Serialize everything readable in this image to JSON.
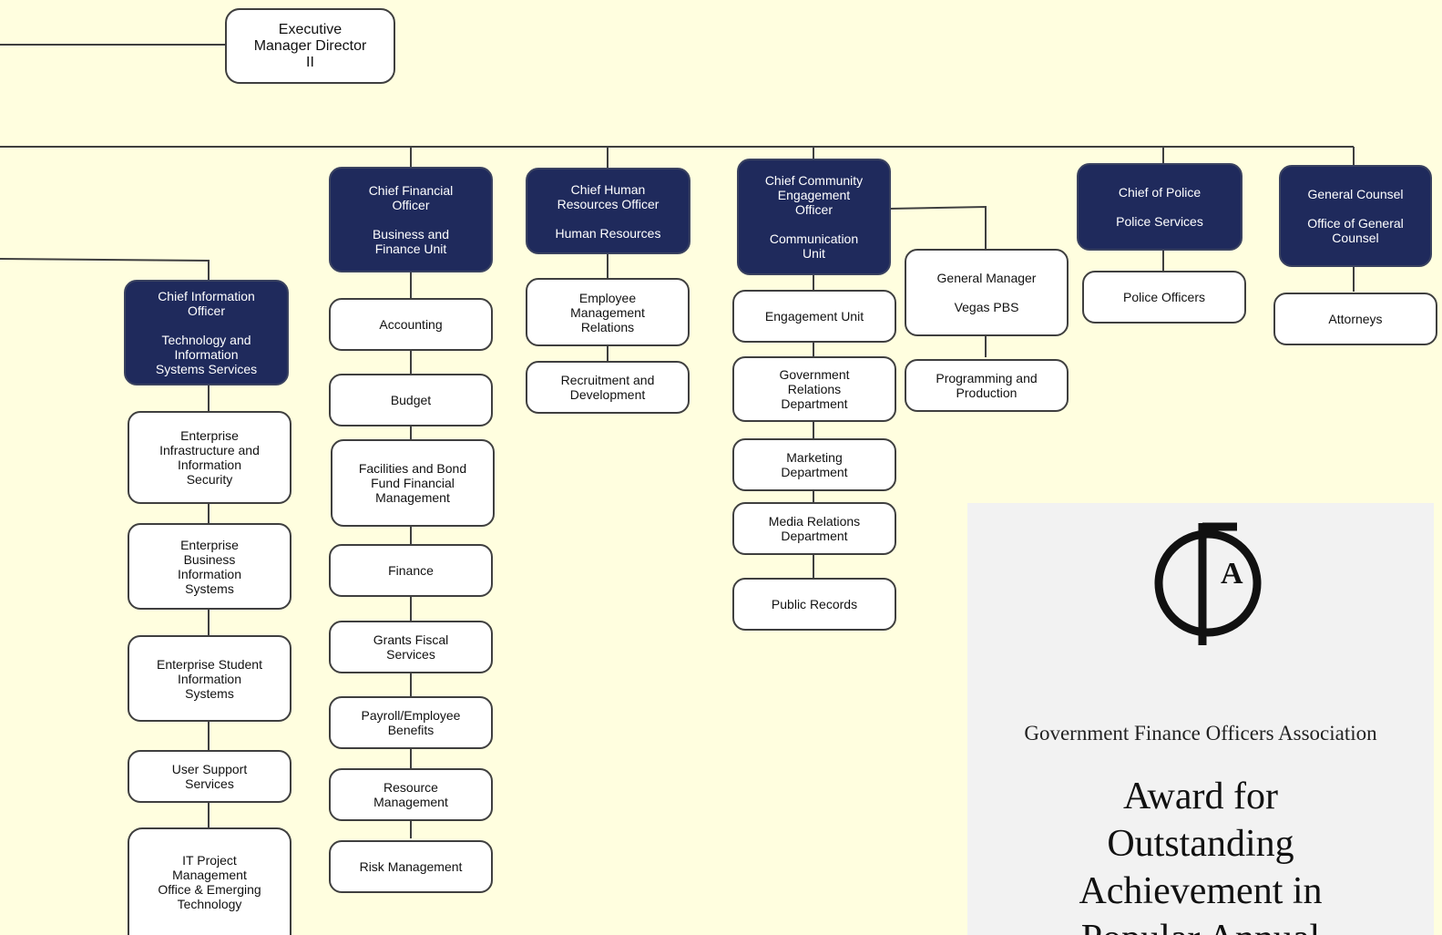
{
  "executive": {
    "title": "Executive\nManager Director\nII"
  },
  "divisions": {
    "cio": {
      "head": "Chief Information\nOfficer\n\nTechnology and\nInformation\nSystems Services",
      "units": [
        "Enterprise\nInfrastructure and\nInformation\nSecurity",
        "Enterprise\nBusiness\nInformation\nSystems",
        "Enterprise Student\nInformation\nSystems",
        "User Support\nServices",
        "IT Project\nManagement\nOffice & Emerging\nTechnology"
      ]
    },
    "cfo": {
      "head": "Chief Financial\nOfficer\n\nBusiness and\nFinance Unit",
      "units": [
        "Accounting",
        "Budget",
        "Facilities and Bond\nFund Financial\nManagement",
        "Finance",
        "Grants Fiscal\nServices",
        "Payroll/Employee\nBenefits",
        "Resource\nManagement",
        "Risk Management"
      ]
    },
    "chro": {
      "head": "Chief Human\nResources Officer\n\nHuman Resources",
      "units": [
        "Employee\nManagement\nRelations",
        "Recruitment and\nDevelopment"
      ]
    },
    "cceo": {
      "head": "Chief Community\nEngagement\nOfficer\n\nCommunication\nUnit",
      "units": [
        "Engagement Unit",
        "Government\nRelations\nDepartment",
        "Marketing\nDepartment",
        "Media Relations\nDepartment",
        "Public Records"
      ]
    },
    "pbs": {
      "head": "General Manager\n\nVegas PBS",
      "units": [
        "Programming and\nProduction"
      ]
    },
    "police": {
      "head": "Chief of Police\n\nPolice Services",
      "units": [
        "Police Officers"
      ]
    },
    "counsel": {
      "head": "General Counsel\n\nOffice of General\nCounsel",
      "units": [
        "Attorneys"
      ]
    }
  },
  "award": {
    "organization": "Government Finance Officers Association",
    "title": "Award for\nOutstanding\nAchievement in\nPopular Annual"
  },
  "colors": {
    "background": "#fffedf",
    "leader_box": "#1f2a5c",
    "unit_box": "#ffffff",
    "connector": "#3f3f3f"
  }
}
